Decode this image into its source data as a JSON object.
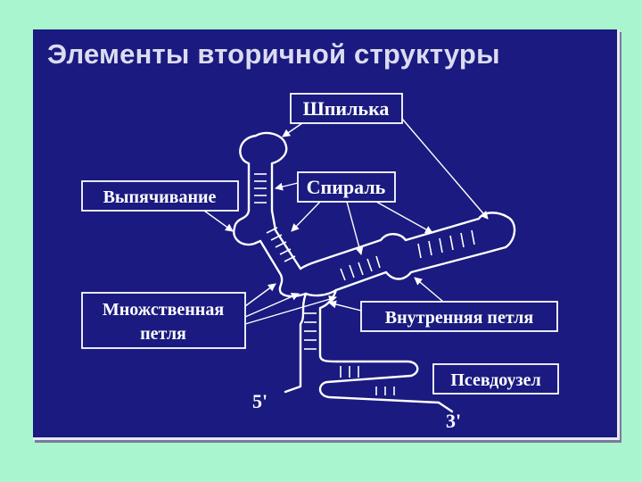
{
  "title": "Элементы вторичной структуры",
  "labels": {
    "hairpin": "Шпилька",
    "helix": "Спираль",
    "bulge": "Выпячивание",
    "multiloop_line1": "Множственная",
    "multiloop_line2": "петля",
    "internal_loop": "Внутренняя петля",
    "pseudoknot": "Псевдоузел",
    "five_prime": "5'",
    "three_prime": "3'"
  },
  "colors": {
    "page_background": "#a8f5cf",
    "slide_background": "#1a1a80",
    "foreground": "#ffffff"
  }
}
